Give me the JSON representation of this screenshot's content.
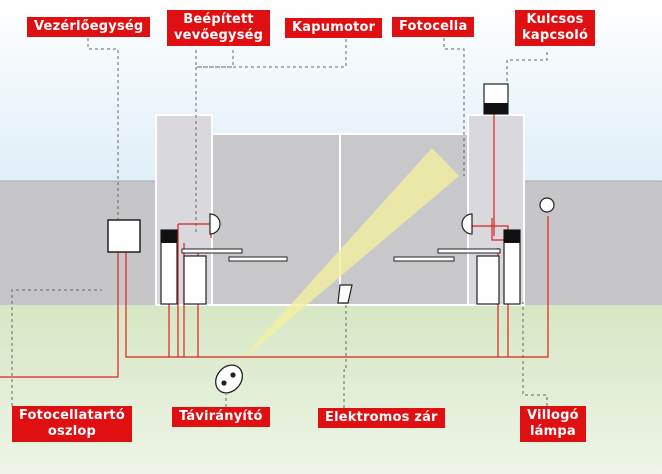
{
  "labels": {
    "vezerloegyseg": "Vezérlőegység",
    "receiver_line1": "Beépített",
    "receiver_line2": "vevőegység",
    "kapumotor": "Kapumotor",
    "fotocella": "Fotocella",
    "key_line1": "Kulcsos",
    "key_line2": "kapcsoló",
    "post_line1": "Fotocellatartó",
    "post_line2": "oszlop",
    "taviranyito": "Távirányító",
    "elektromos_zar": "Elektromos zár",
    "lamp_line1": "Villogó",
    "lamp_line2": "lámpa"
  },
  "colors": {
    "label_bg": "#e00f12",
    "label_text": "#ffffff",
    "wire": "#e02020",
    "leader": "#555555",
    "wall": "#c6c6c8",
    "pillar": "#d9d8dc",
    "grass": "#d8e8c8",
    "sky": "#dfeef7",
    "beam": "#f3f0a0"
  }
}
